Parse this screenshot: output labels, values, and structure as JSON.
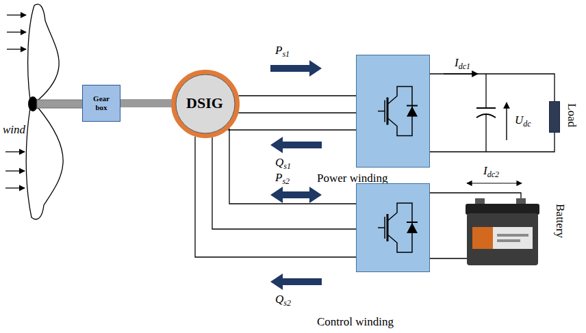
{
  "diagram": {
    "nodes": [
      {
        "text": [
          "Gear box"
        ]
      },
      {
        "text": [
          "DSIG"
        ]
      },
      {
        "text": [
          "Power winding"
        ]
      },
      {
        "text": [
          "Load"
        ]
      },
      {
        "text": [
          "Control winding"
        ]
      },
      {
        "text": [
          "Battery"
        ]
      }
    ],
    "edges": [
      {
        "from": 0,
        "to": 1,
        "arrow": "none"
      },
      {
        "from": 1,
        "to": 2,
        "arrow": "none"
      },
      {
        "from": 1,
        "to": 4,
        "arrow": "none"
      },
      {
        "from": 2,
        "to": 3,
        "arrow": "none"
      },
      {
        "from": 4,
        "to": 5,
        "arrow": "none"
      }
    ],
    "labels": [
      "wind",
      "Ps1",
      "Qs1",
      "Idc1",
      "Udc",
      "Ps2",
      "Qs2",
      "Idc2"
    ]
  }
}
